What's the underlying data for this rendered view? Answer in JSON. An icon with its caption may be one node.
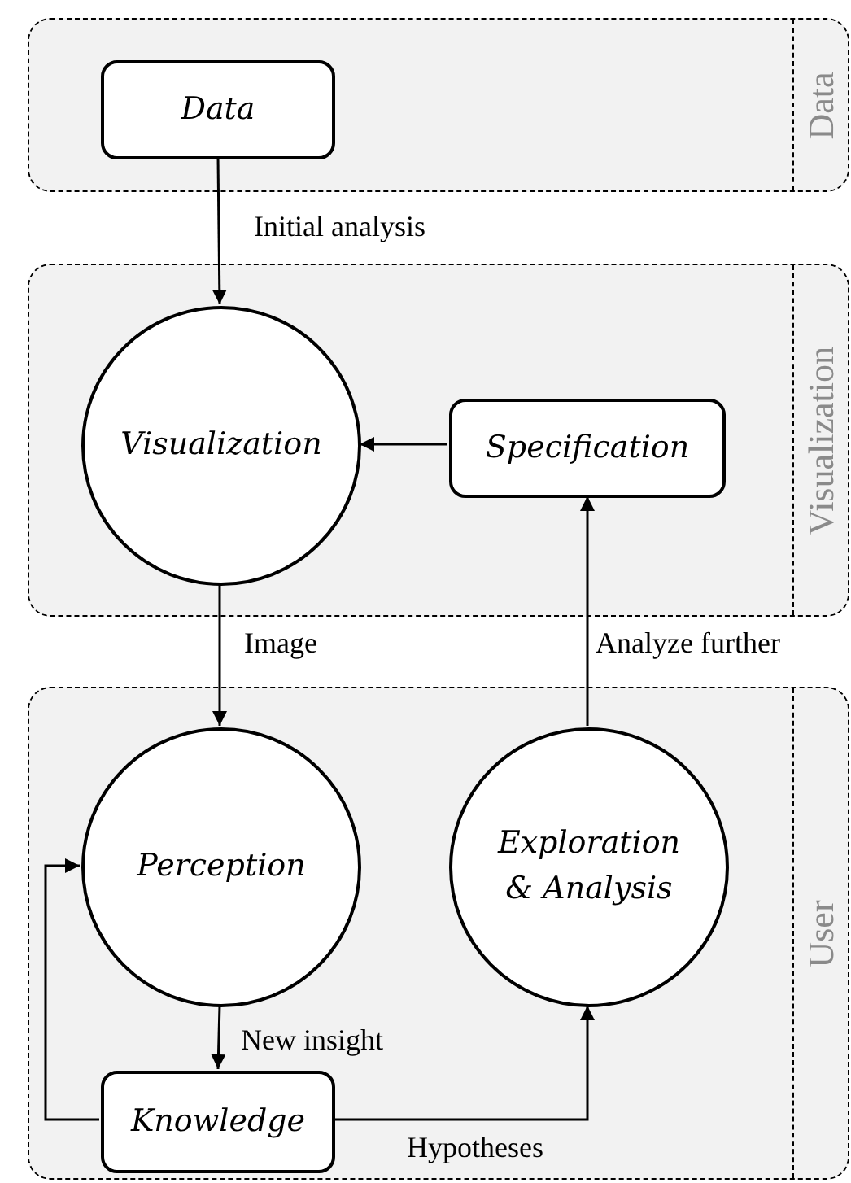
{
  "diagram": {
    "nodes": [
      {
        "text": [
          "Data"
        ]
      },
      {
        "text": [
          "Data"
        ],
        "in": 0
      },
      {
        "text": [
          "Visualization"
        ]
      },
      {
        "text": [
          "Visualization"
        ],
        "in": 2
      },
      {
        "text": [
          "Specification"
        ],
        "in": 2
      },
      {
        "text": [
          "User"
        ]
      },
      {
        "text": [
          "Perception"
        ],
        "in": 5
      },
      {
        "text": [
          "Exploration & Analysis"
        ],
        "in": 5
      },
      {
        "text": [
          "Knowledge"
        ],
        "in": 5
      }
    ],
    "edges": [
      {
        "from": 1,
        "to": 3,
        "arrow": "to",
        "label": "Initial analysis"
      },
      {
        "from": 4,
        "to": 3,
        "arrow": "to"
      },
      {
        "from": 3,
        "to": 6,
        "arrow": "to",
        "label": "Image"
      },
      {
        "from": 7,
        "to": 4,
        "arrow": "to",
        "label": "Analyze further"
      },
      {
        "from": 6,
        "to": 8,
        "arrow": "to",
        "label": "New insight"
      },
      {
        "from": 8,
        "to": 6,
        "arrow": "to"
      },
      {
        "from": 8,
        "to": 7,
        "arrow": "to",
        "label": "Hypotheses"
      }
    ]
  }
}
